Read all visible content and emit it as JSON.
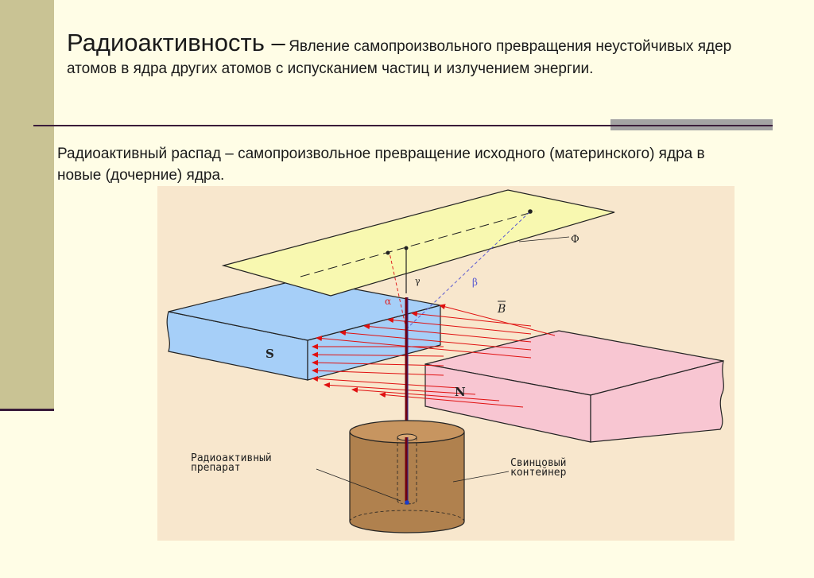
{
  "slide": {
    "heading": "Радиоактивность –",
    "definition": "Явление самопроизвольного превращения неустойчивых ядер атомов в ядра других атомов с испусканием частиц и излучением энергии.",
    "decay_text": "Радиоактивный распад – самопроизвольное превращение  исходного (материнского) ядра  в новые (дочерние) ядра."
  },
  "diagram": {
    "labels": {
      "screen": "Ф",
      "alpha": "α",
      "beta": "β",
      "gamma": "γ",
      "field": "B",
      "pole_s": "S",
      "pole_n": "N",
      "source_line1": "Радиоактивный",
      "source_line2": "препарат",
      "container_line1": "Свинцовый",
      "container_line2": "контейнер"
    },
    "colors": {
      "screen": "#f8f8b0",
      "magnet_s": "#a6cff8",
      "magnet_n": "#f8c6d2",
      "container": "#b0814e",
      "field_lines": "#e01010",
      "alpha_ray": "#e02020",
      "beta_ray": "#5a5ad0",
      "gamma_ray": "#700010"
    }
  }
}
